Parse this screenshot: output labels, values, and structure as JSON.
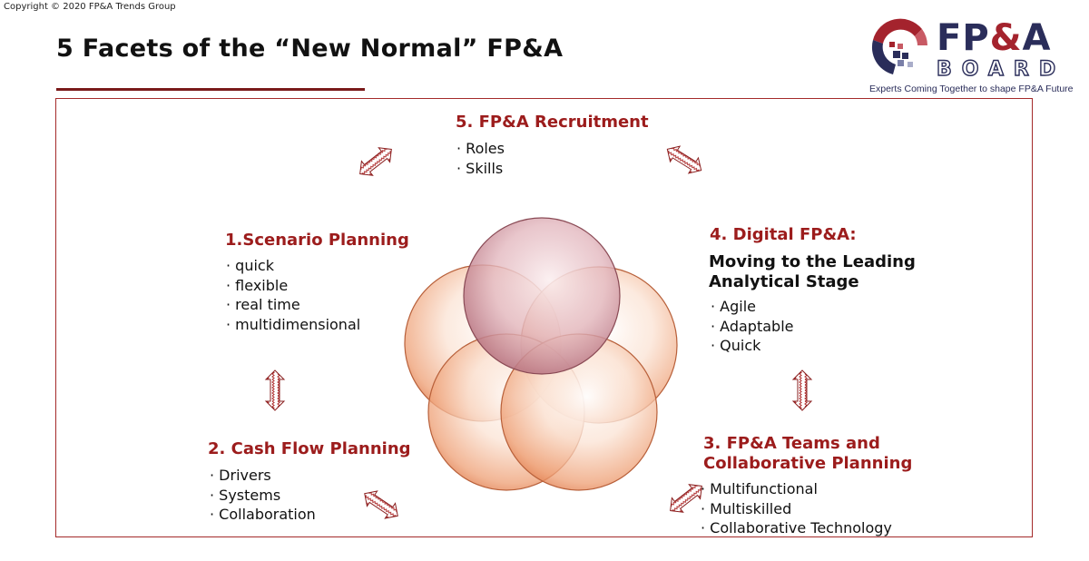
{
  "header": {
    "copyright": "Copyright © 2020 FP&A Trends Group",
    "title": "5 Facets of the “New Normal” FP&A"
  },
  "logo": {
    "name_left": "FP",
    "name_amp": "&",
    "name_right": "A",
    "name_sub": "BOARD",
    "tagline": "Experts Coming Together to shape FP&A Future"
  },
  "facets": {
    "recruitment": {
      "title": "5. FP&A Recruitment",
      "bullets": [
        "Roles",
        "Skills"
      ]
    },
    "scenario": {
      "title": "1.Scenario Planning",
      "bullets": [
        "quick",
        "flexible",
        "real time",
        "multidimensional"
      ]
    },
    "digital": {
      "title": "4. Digital FP&A:",
      "subtitle_line1": "Moving to the Leading",
      "subtitle_line2": "Analytical Stage",
      "bullets": [
        "Agile",
        "Adaptable",
        "Quick"
      ]
    },
    "cashflow": {
      "title": "2. Cash Flow Planning",
      "bullets": [
        "Drivers",
        "Systems",
        "Collaboration"
      ]
    },
    "teams": {
      "title_line1": "3. FP&A Teams and",
      "title_line2": "Collaborative Planning",
      "bullets": [
        "Multifunctional",
        "Multiskilled",
        "Collaborative Technology"
      ]
    }
  },
  "colors": {
    "accent_red": "#9c1c1c",
    "frame_border": "#a42a2a",
    "logo_navy": "#2a2d5a",
    "circle_orange": "#e8895a",
    "circle_top": "#b06a7a"
  }
}
